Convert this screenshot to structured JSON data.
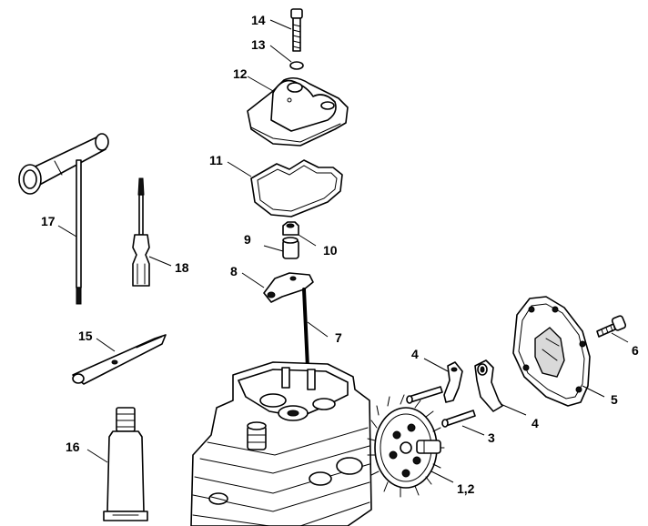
{
  "callouts": {
    "c1_2": "1,2",
    "c3": "3",
    "c4a": "4",
    "c4b": "4",
    "c5": "5",
    "c6": "6",
    "c7": "7",
    "c8": "8",
    "c9": "9",
    "c10": "10",
    "c11": "11",
    "c12": "12",
    "c13": "13",
    "c14": "14",
    "c15": "15",
    "c16": "16",
    "c17": "17",
    "c18": "18"
  },
  "colors": {
    "line": "#000000",
    "background": "#ffffff",
    "shade": "#d9d9d9"
  }
}
